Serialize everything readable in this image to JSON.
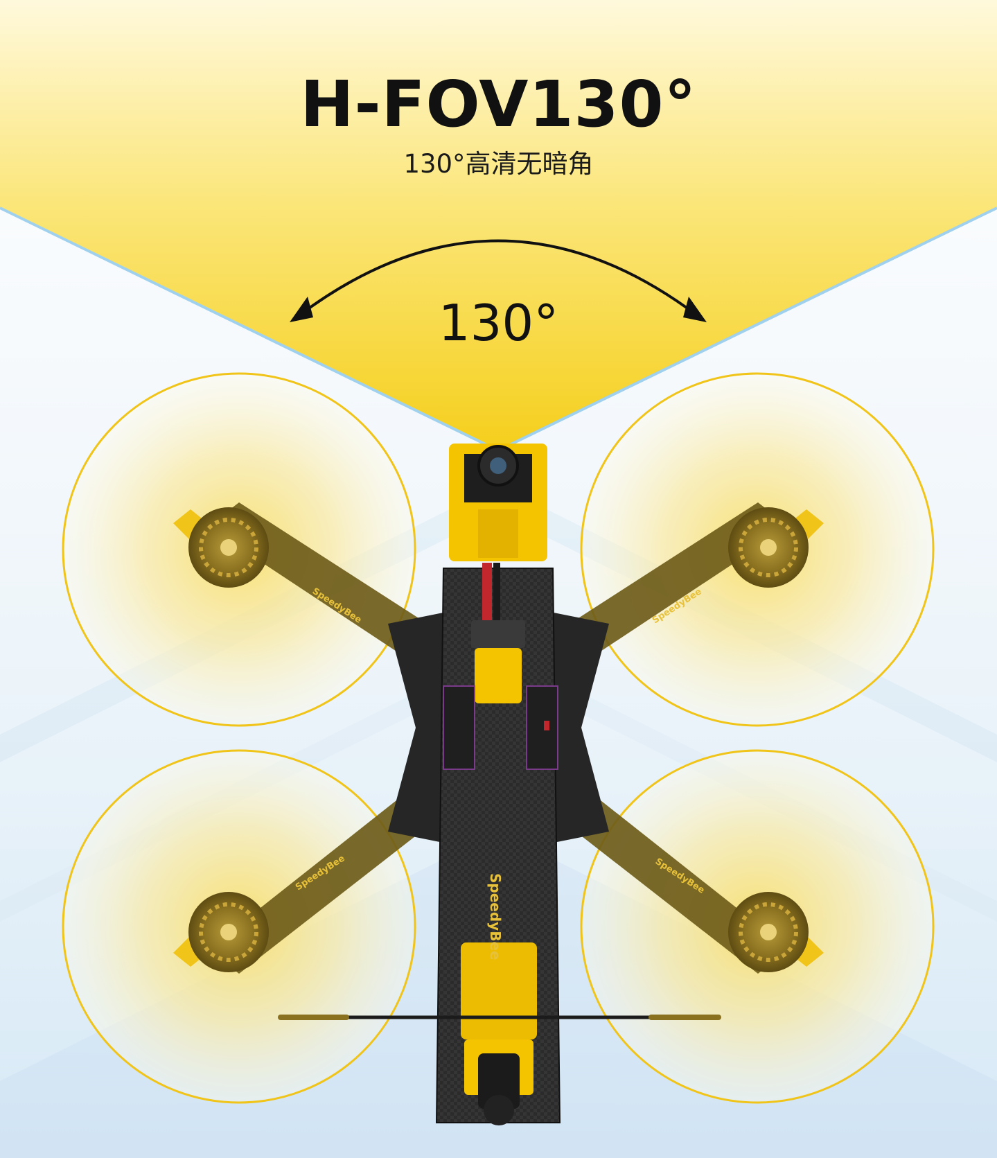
{
  "headline": {
    "title": "H-FOV130°",
    "subtitle": "130°高清无暗角"
  },
  "fov_indicator": {
    "angle_label": "130°"
  },
  "drone": {
    "arm_branding": [
      "SpeedyBee",
      "SpeedyBee",
      "SpeedyBee",
      "SpeedyBee"
    ],
    "frame_branding": "SpeedyBee"
  },
  "colors": {
    "accent_yellow": "#f5c400",
    "fov_fill": "#fbe066",
    "sky_blue": "#dcecf7",
    "carbon": "#2a2a2a",
    "motor_bronze": "#8a7120"
  }
}
